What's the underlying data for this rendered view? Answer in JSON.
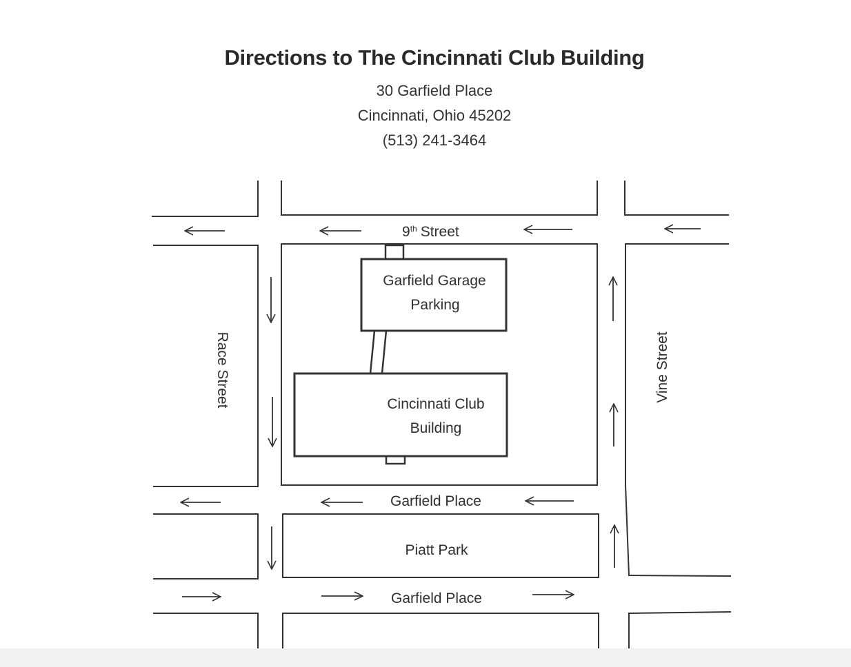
{
  "header": {
    "title": "Directions to The Cincinnati Club Building",
    "address_line1": "30 Garfield Place",
    "address_line2": "Cincinnati, Ohio 45202",
    "phone": "(513) 241-3464"
  },
  "map": {
    "streets": {
      "ninth_street_number": "9",
      "ninth_street_superscript": "th",
      "ninth_street_word": "Street",
      "race_street": "Race Street",
      "vine_street": "Vine Street",
      "garfield_place_north": "Garfield Place",
      "garfield_place_south": "Garfield Place"
    },
    "buildings": {
      "garage_line1": "Garfield Garage",
      "garage_line2": "Parking",
      "club_line1": "Cincinnati Club",
      "club_line2": "Building",
      "park": "Piatt Park"
    },
    "traffic_direction": {
      "9th_street": "west",
      "race_street": "south",
      "vine_street": "north",
      "garfield_place_north": "west",
      "garfield_place_south": "east"
    }
  },
  "colors": {
    "line": "#333333",
    "text": "#2f2f2f",
    "background": "#ffffff"
  }
}
